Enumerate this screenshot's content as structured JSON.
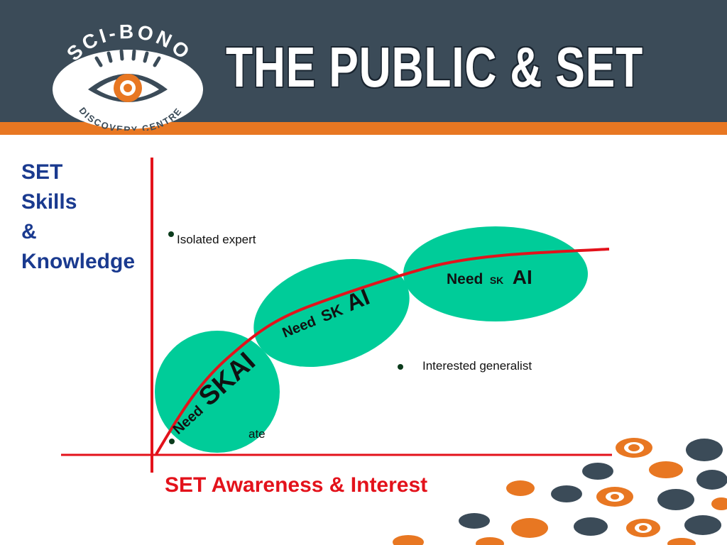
{
  "header": {
    "title": "THE PUBLIC & SET",
    "logo": {
      "name": "SCI-BONO",
      "subtitle": "DISCOVERY CENTRE",
      "icon": "eye-icon"
    }
  },
  "diagram": {
    "y_axis_label": [
      "SET",
      "Skills",
      "&",
      "Knowledge"
    ],
    "x_axis_label": "SET Awareness  & Interest",
    "points": [
      {
        "label": "Isolated expert"
      },
      {
        "label": "Interested generalist"
      },
      {
        "label": "ate"
      }
    ],
    "bubbles": [
      {
        "need": "Need",
        "main": "SKAI"
      },
      {
        "need": "Need",
        "sk": "SK",
        "ai": "AI"
      },
      {
        "need": "Need",
        "sk": "SK",
        "ai": "AI"
      }
    ],
    "colors": {
      "header_bg": "#3b4b58",
      "accent_orange": "#e87722",
      "bubble": "#00cc99",
      "curve": "#e3121b",
      "axis": "#e3121b",
      "y_label": "#1a3a8f"
    }
  }
}
